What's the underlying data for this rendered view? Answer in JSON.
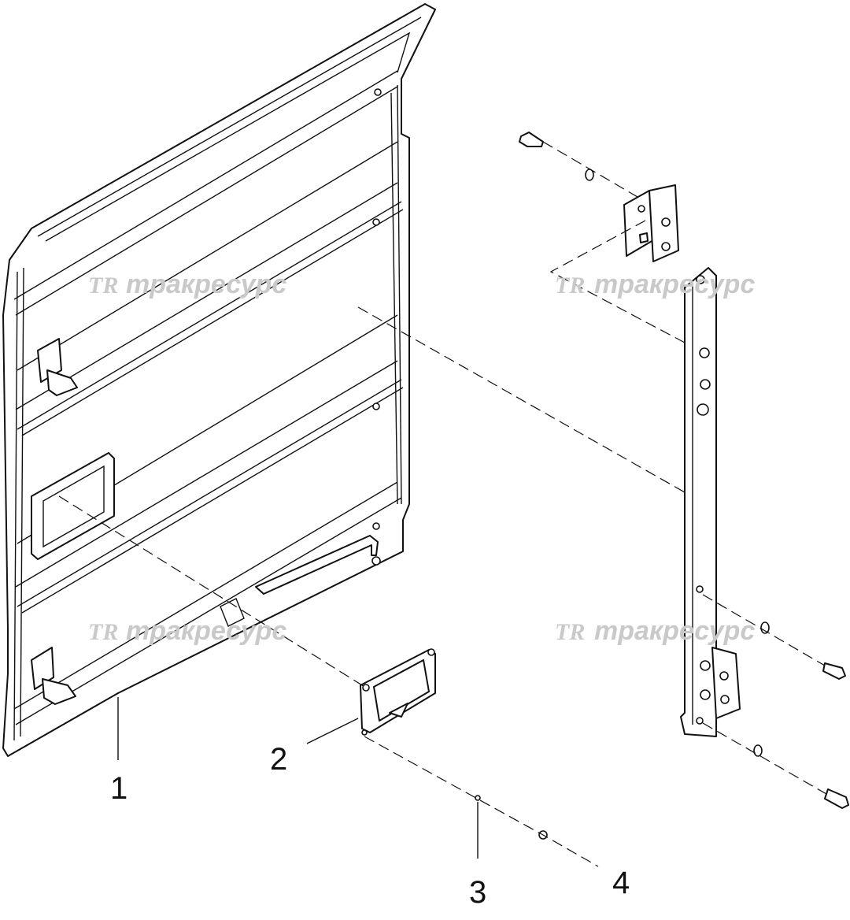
{
  "callouts": [
    {
      "id": "1",
      "label": "1"
    },
    {
      "id": "2",
      "label": "2"
    },
    {
      "id": "3",
      "label": "3"
    },
    {
      "id": "4",
      "label": "4"
    }
  ],
  "watermark": {
    "logo": "TR",
    "text": "тракресурс",
    "color": "#c9c9c9"
  },
  "colors": {
    "line": "#111111",
    "background": "#ffffff"
  }
}
